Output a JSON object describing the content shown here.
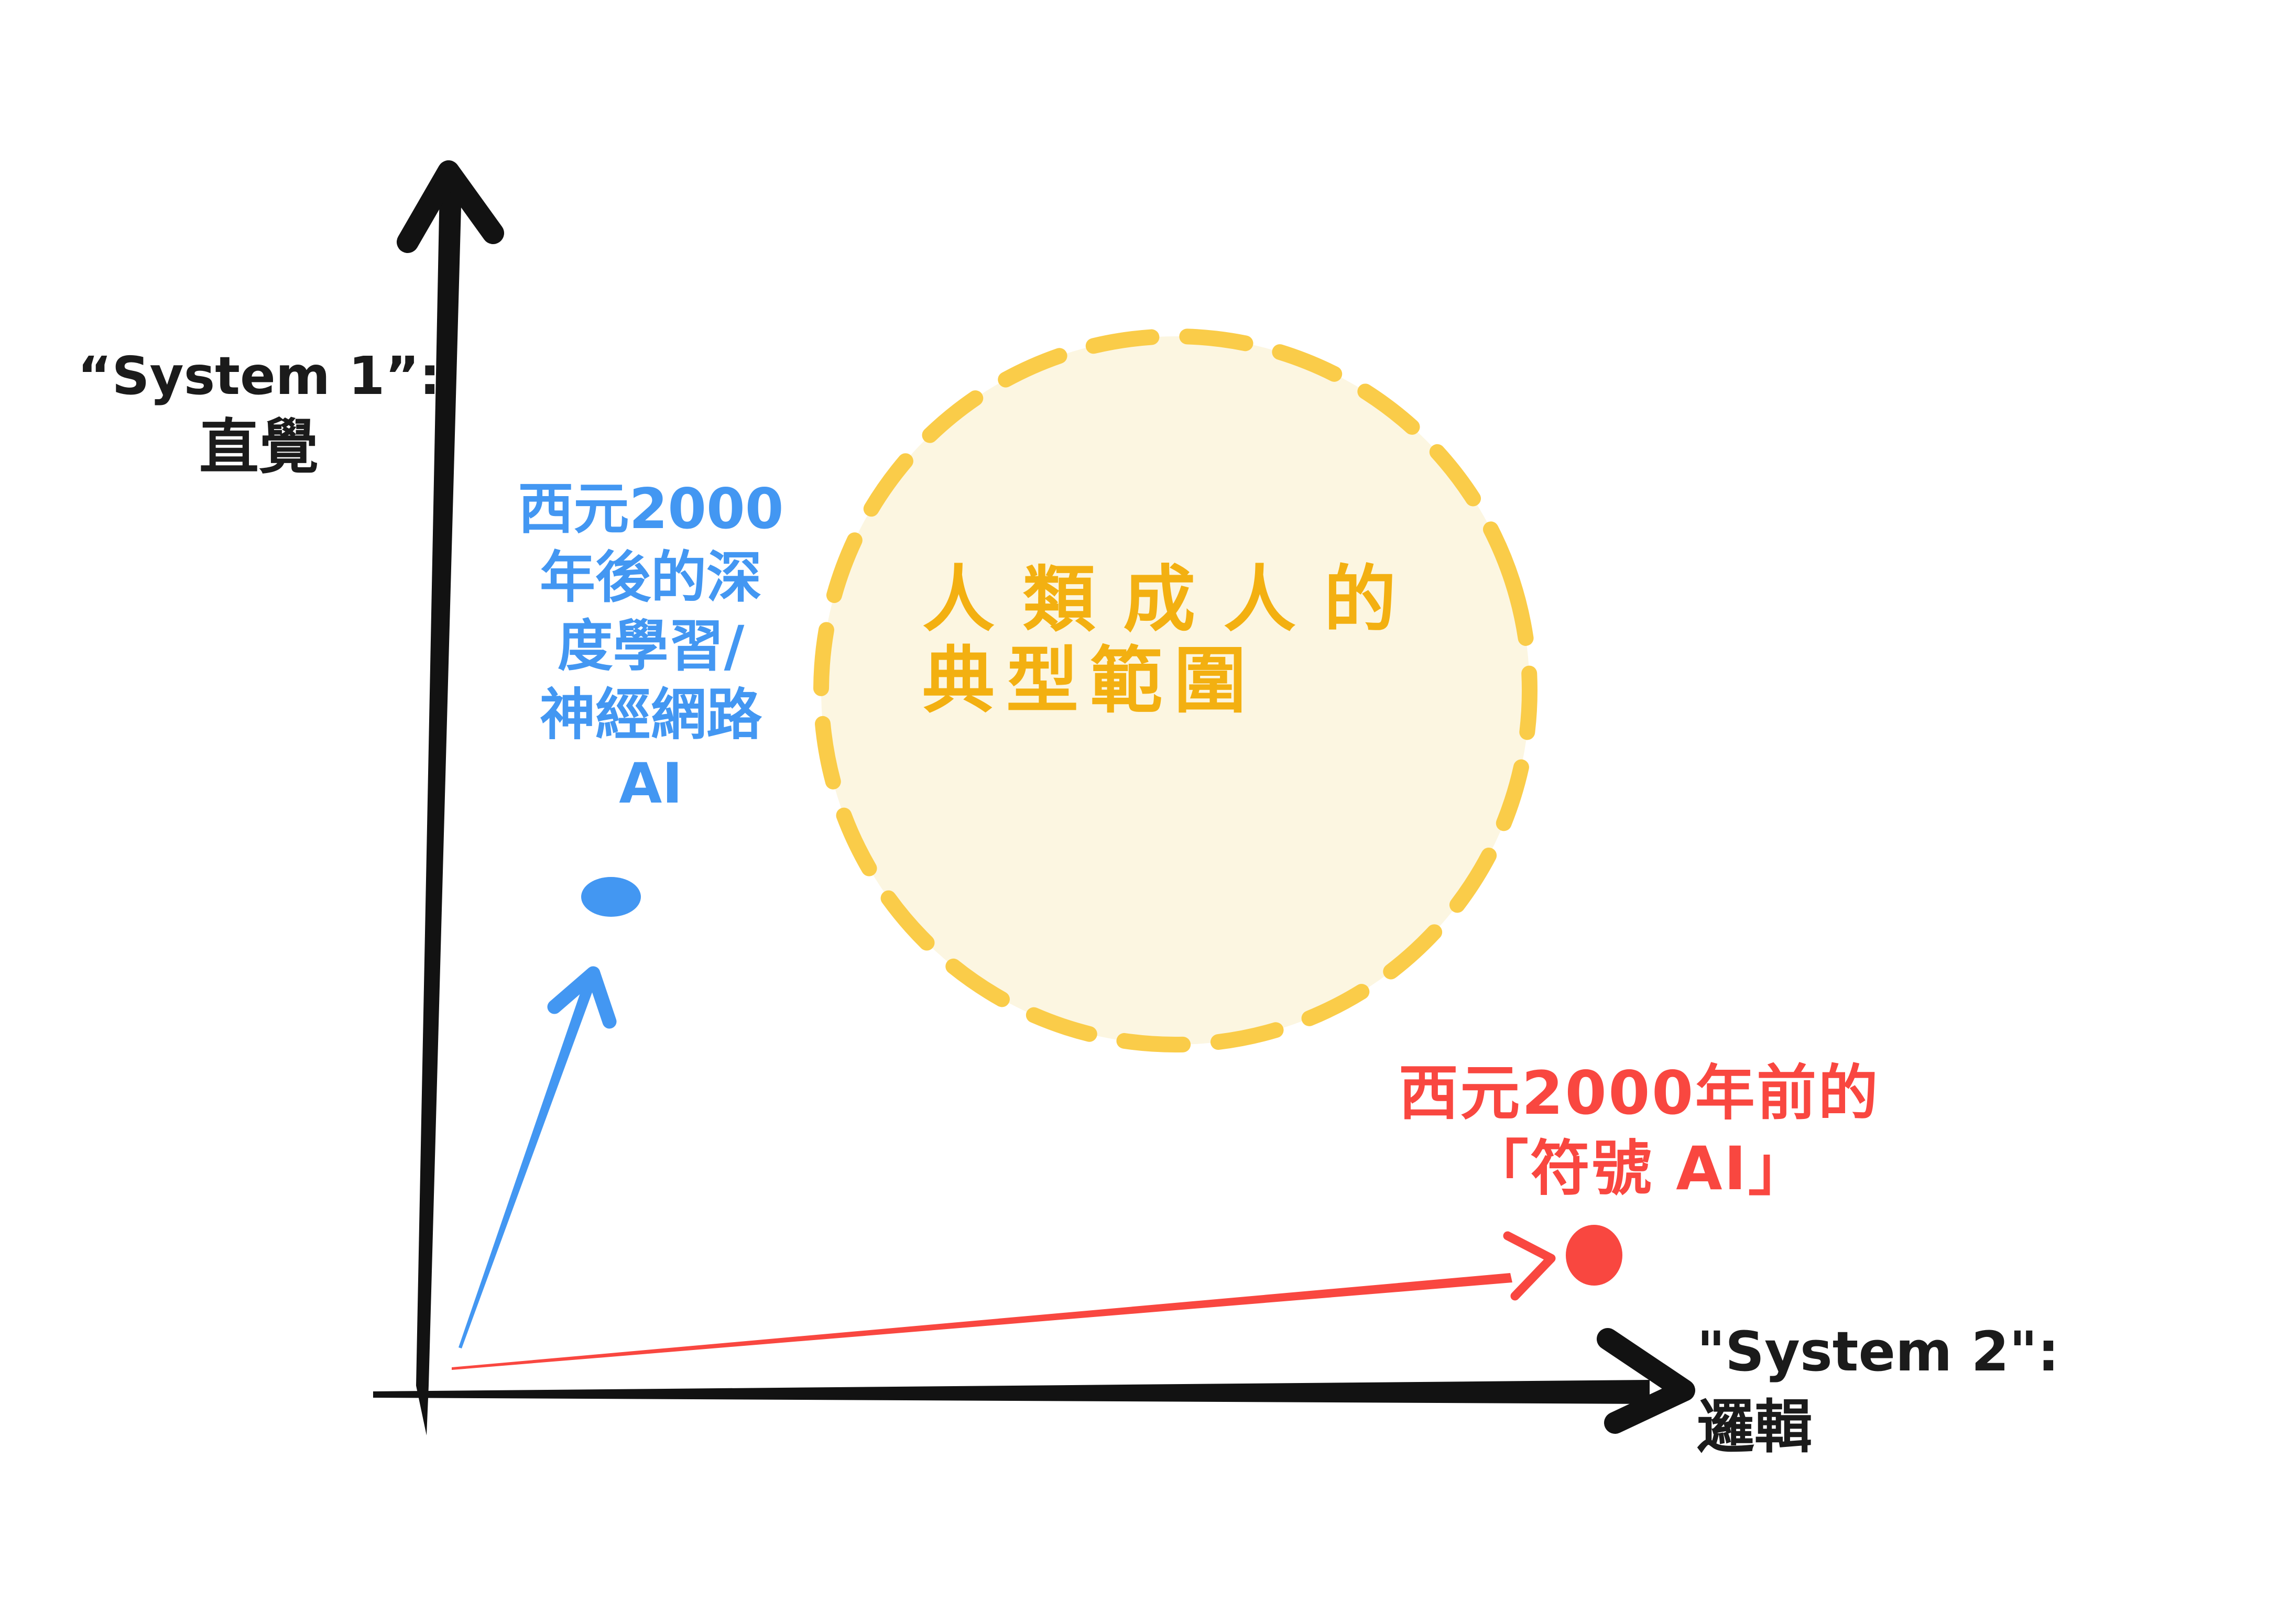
{
  "colors": {
    "background": "#ffffff",
    "axis_black": "#121212",
    "label_black": "#1b1b1b",
    "blue": "#4397F2",
    "red": "#F94740",
    "yellow_dash": "#FACC49",
    "yellow_text": "#F3B011",
    "yellow_fill": "#FCF6E1"
  },
  "axes": {
    "y_axis": {
      "label_line1": "“System 1”:",
      "label_line2": "直覺"
    },
    "x_axis": {
      "label_line1": "\"System 2\":",
      "label_line2": "邏輯"
    }
  },
  "annotations": {
    "human_range": {
      "line1": "人 類 成 人 的",
      "line2": "典型範圍"
    },
    "deep_learning_ai": {
      "lines": [
        "西元2000",
        "年後的深",
        "度學習/",
        "神經網路",
        "AI"
      ]
    },
    "symbolic_ai": {
      "lines": [
        "西元2000年前的",
        "「符號 AI」"
      ]
    }
  }
}
